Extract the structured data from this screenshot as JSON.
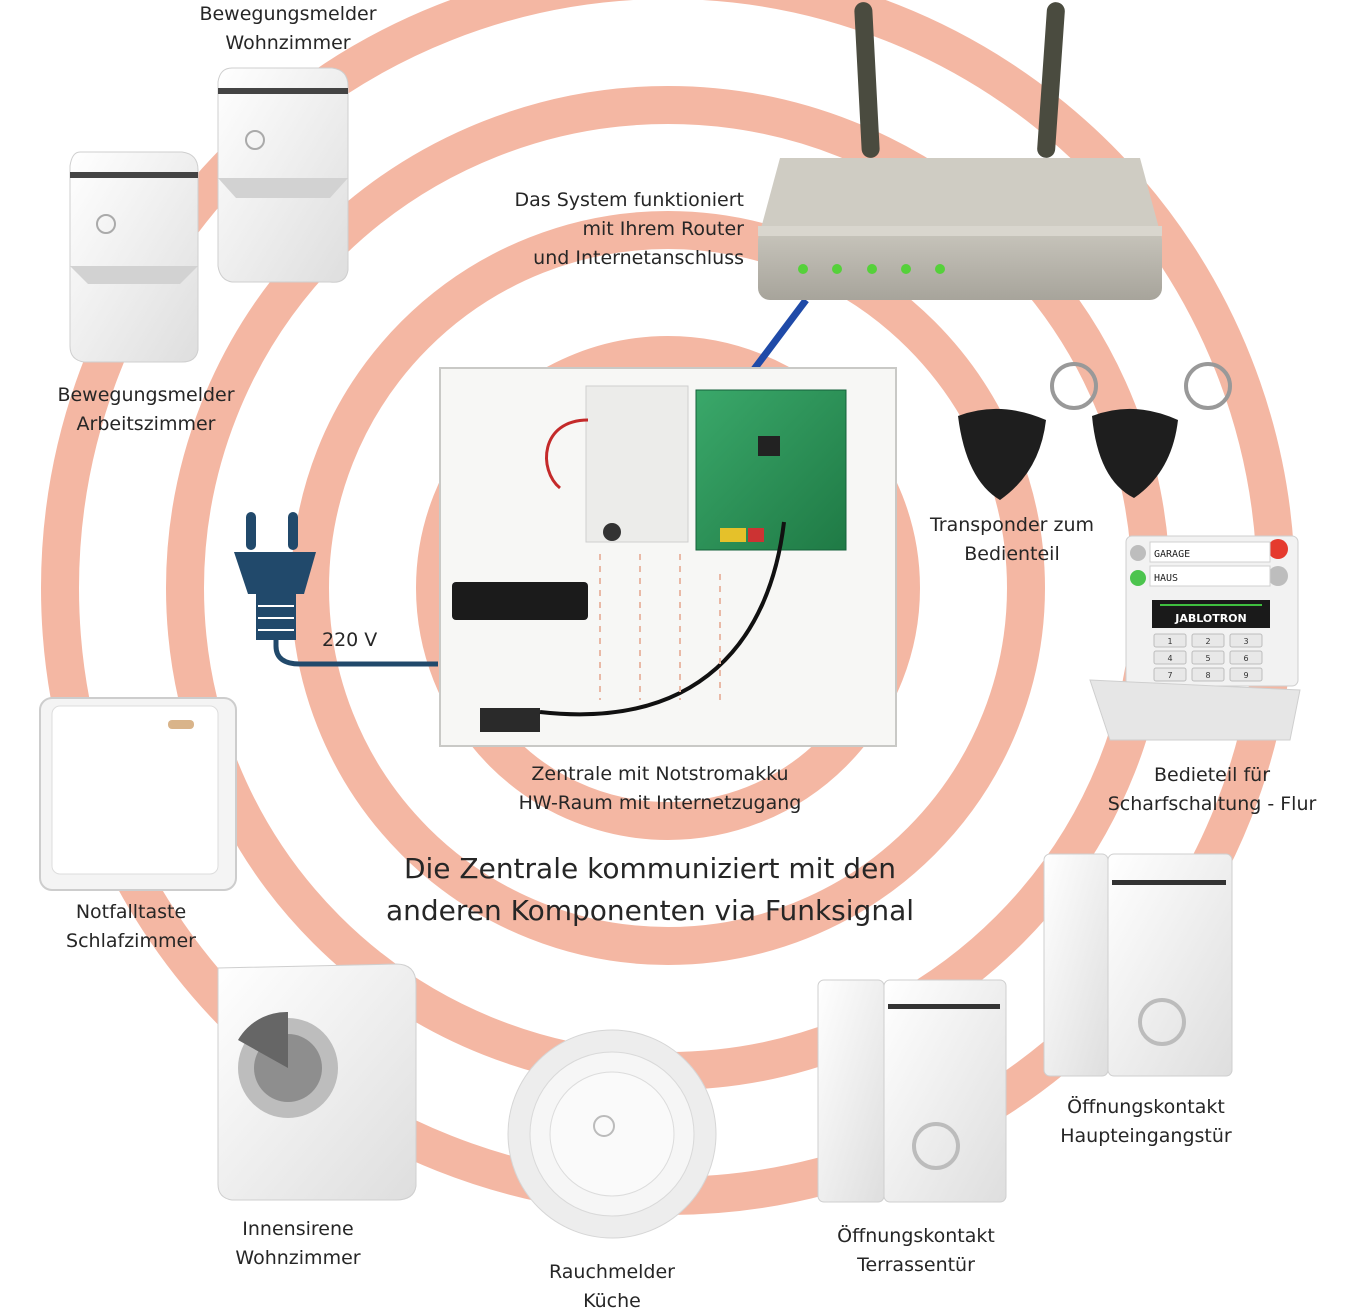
{
  "headline": {
    "line1": "Die Zentrale kommuniziert mit den",
    "line2": "anderen Komponenten via Funksignal"
  },
  "power": {
    "voltage": "220 V"
  },
  "labels": {
    "bewegungsmelder_wohnzimmer": [
      "Bewegungsmelder",
      "Wohnzimmer"
    ],
    "bewegungsmelder_arbeitszimmer": [
      "Bewegungsmelder",
      "Arbeitszimmer"
    ],
    "router": [
      "Das System funktioniert",
      "mit Ihrem Router",
      "und Internetanschluss"
    ],
    "transponder": [
      "Transponder zum",
      "Bedienteil"
    ],
    "zentrale": [
      "Zentrale mit Notstromakku",
      "HW-Raum mit Internetzugang"
    ],
    "bedienteil": [
      "Bedieteil für",
      "Scharfschaltung - Flur"
    ],
    "notfalltaste": [
      "Notfalltaste",
      "Schlafzimmer"
    ],
    "innensirene": [
      "Innensirene",
      "Wohnzimmer"
    ],
    "rauchmelder": [
      "Rauchmelder",
      "Küche"
    ],
    "kontakt_terrasse": [
      "Öffnungskontakt",
      "Terrassentür"
    ],
    "kontakt_haupteingang": [
      "Öffnungskontakt",
      "Haupteingangstür"
    ]
  },
  "keypad": {
    "button1": "GARAGE",
    "button2": "HAUS",
    "brand": "JABLOTRON",
    "keys": [
      "1",
      "2",
      "3",
      "4",
      "5",
      "6",
      "7",
      "8",
      "9"
    ]
  },
  "colors": {
    "rings": "#f4b7a3",
    "cable": "#21496b",
    "router_link": "#1f4aa8",
    "led": "#55d13a"
  }
}
